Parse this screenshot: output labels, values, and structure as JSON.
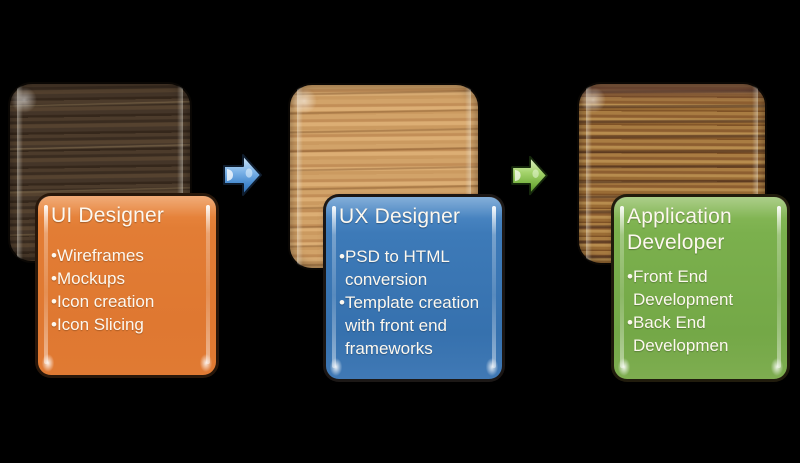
{
  "page": {
    "background_color": "#000000"
  },
  "diagram": {
    "bullet_char": "•",
    "steps": [
      {
        "title": "UI Designer",
        "card_color": "#e07a33",
        "texture": "dark-walnut-wood",
        "bullets": [
          "Wireframes",
          "Mockups",
          "Icon creation",
          "Icon Slicing"
        ]
      },
      {
        "title": "UX Designer",
        "card_color": "#3a76b4",
        "texture": "light-oak-wood",
        "bullets": [
          "PSD to HTML conversion",
          "Template creation with front end frameworks"
        ]
      },
      {
        "title": "Application Developer",
        "card_color": "#79ae4b",
        "texture": "medium-oak-wood",
        "bullets": [
          "Front End Development",
          "Back End Developmen"
        ]
      }
    ],
    "connectors": [
      {
        "shape": "right-arrow",
        "color": "#7db3e8"
      },
      {
        "shape": "right-arrow",
        "color": "#a4d36b"
      }
    ]
  }
}
